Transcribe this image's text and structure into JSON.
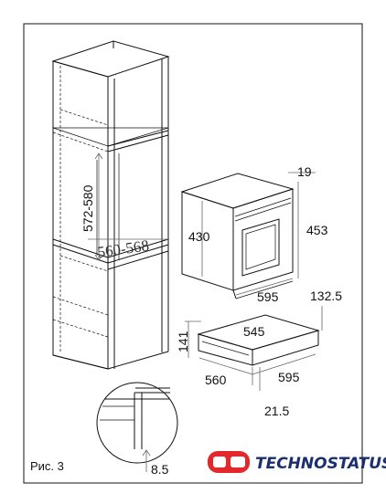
{
  "figure": {
    "caption": "Рис. 3",
    "dimensions": {
      "cabinet_height": "572-580",
      "cabinet_width": "560-568",
      "oven_depth_top": "19",
      "oven_height": "430",
      "oven_height_total": "453",
      "oven_width": "595",
      "drawer_height": "132.5",
      "drawer_depth": "545",
      "drawer_height_side": "141",
      "drawer_side_depth": "560",
      "drawer_width": "595",
      "drawer_offset": "21.5",
      "detail_gap": "8.5"
    }
  },
  "brand": {
    "logo_text": "TECHNOSTATUS",
    "logo_color": "#1b2f6e",
    "logo_accent": "#e2282a"
  }
}
